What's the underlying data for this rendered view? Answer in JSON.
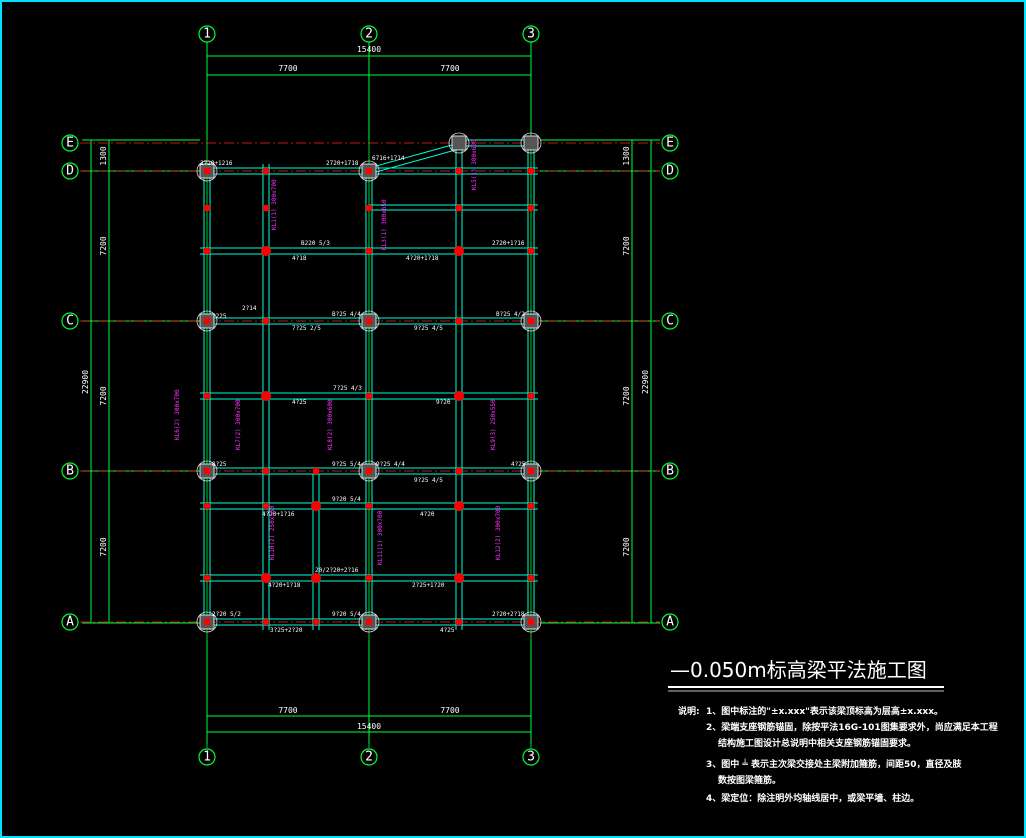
{
  "axes": {
    "vertical": [
      "1",
      "2",
      "3"
    ],
    "horizontal": [
      "E",
      "D",
      "C",
      "B",
      "A"
    ]
  },
  "dimensions": {
    "top_total": "15400",
    "top_spans": [
      "7700",
      "7700"
    ],
    "bottom_total": "15400",
    "bottom_spans": [
      "7700",
      "7700"
    ],
    "left_spans": [
      "1300",
      "7200",
      "7200",
      "7200"
    ],
    "left_total": "22900",
    "right_spans": [
      "1300",
      "7200",
      "7200",
      "7200"
    ],
    "right_total": "22900"
  },
  "beam_labels_white": [
    "2720+1216",
    "2720+1718",
    "6716+1714",
    "B220 5/3",
    "4?18",
    "4?20+1?18",
    "2720+1?16",
    "?225",
    "2?14",
    "7?25 2/5",
    "B?25 4/4",
    "9?25 4/5",
    "B?25 4/2",
    "7?25 4/3",
    "4?25",
    "9?20",
    "8?25",
    "9?25 5/4",
    "9?25 4/4",
    "9?25 4/5",
    "4?25",
    "9?20 5/4",
    "4?20+1?16",
    "4?20",
    "20/2?20+2?16",
    "4?20+1?18",
    "2?25+1?20",
    "2?20 5/2",
    "9?20 5/4",
    "3?25+2?20",
    "4?25",
    "2?20+2?18"
  ],
  "beam_labels_magenta": [
    "KL1(1) 300x700",
    "KL3(1) 300x650",
    "KL5(1) 300x600",
    "KL6(2) 300x700",
    "KL7(2) 300x700",
    "KL8(2) 300x600",
    "KL9(3) 250x550",
    "KL10(2) 250x550",
    "KL11(1) 300x700",
    "KL12(2) 300x700"
  ],
  "title": {
    "main": "—0.050m标高梁平法施工图"
  },
  "notes": {
    "label": "说明:",
    "items": [
      "1、图中标注的\"±x.xxx\"表示该梁顶标高为层高±x.xxx。",
      "2、梁端支座钢筋锚固，除按平法16G-101图集要求外，尚应满足本工程",
      "结构施工图设计总说明中相关支座钢筋锚固要求。",
      "3、图中 ╧ 表示主次梁交接处主梁附加箍筋，间距50，直径及肢",
      "数按图梁箍筋。",
      "4、梁定位：除注明外均轴线居中，或梁平墙、柱边。"
    ]
  },
  "colors": {
    "frame": "#00e5ff",
    "dimension": "#00ff33",
    "axis": "#ff2020",
    "beam": "#00ffd5",
    "column": "#ff0000",
    "label": "#ff33ff"
  }
}
